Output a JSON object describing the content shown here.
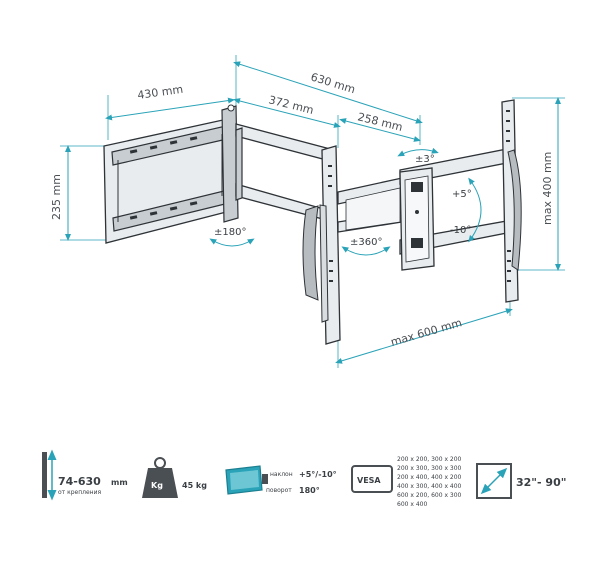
{
  "dimensions": {
    "total_extension": "630 mm",
    "wall_plate_offset": "430 mm",
    "arm1": "372 mm",
    "arm2": "258 mm",
    "wall_plate_height": "235 mm",
    "max_height": "max 400 mm",
    "max_width": "max 600 mm"
  },
  "angles": {
    "tilt_top": "±3°",
    "tilt_up": "+5°",
    "tilt_down": "-10°",
    "swivel_wall": "±180°",
    "swivel_arm": "±360°"
  },
  "specs": {
    "distance_range": "74-630",
    "distance_unit": "mm",
    "distance_sub": "от крепления",
    "weight_badge": "Kg",
    "weight_value": "45 kg",
    "tilt_label": "наклон",
    "tilt_value": "+5°/-10°",
    "swivel_label": "поворот",
    "swivel_value": "180°",
    "vesa_badge": "VESA",
    "vesa_list": [
      "200 x 200, 300 x 200",
      "200 x 300, 300 x 300",
      "200 x 400, 400 x 200",
      "400 x 300, 400 x 400",
      "600 x 200, 600 x 300",
      "600 x 400"
    ],
    "screen_size": "32\"- 90\""
  },
  "colors": {
    "accent": "#2aa3b8",
    "line": "#2e3338",
    "text": "#3a3f44"
  }
}
